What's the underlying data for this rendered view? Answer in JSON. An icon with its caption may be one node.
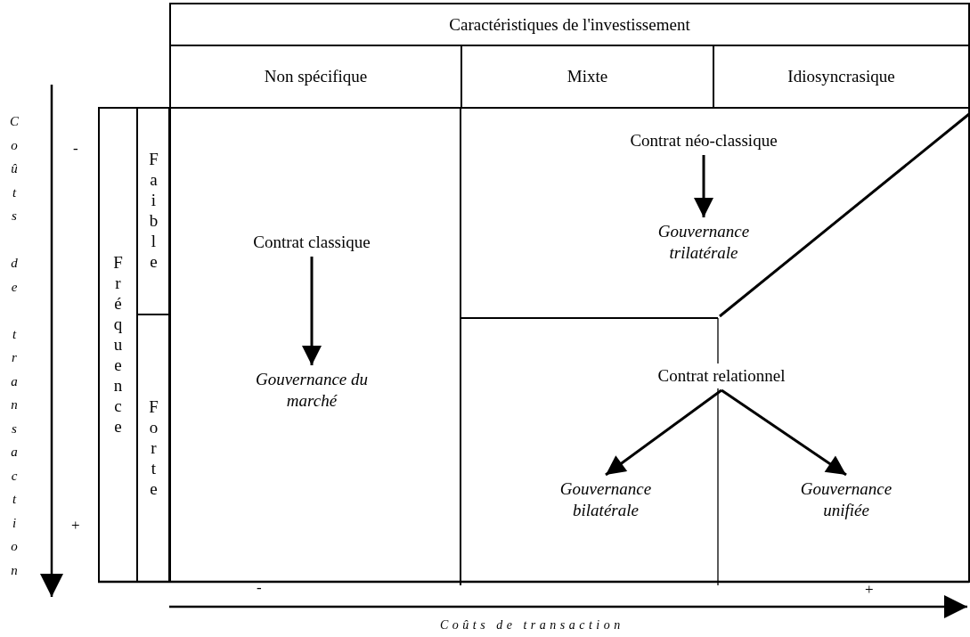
{
  "diagram": {
    "nodes": [
      {
        "text": [
          "Caractéristiques de l'investissement"
        ]
      },
      {
        "text": [
          "Non spécifique"
        ]
      },
      {
        "text": [
          "Mixte"
        ]
      },
      {
        "text": [
          "Idiosyncrasique"
        ]
      },
      {
        "text": [
          "Fréquence"
        ]
      },
      {
        "text": [
          "Faible"
        ]
      },
      {
        "text": [
          "Forte"
        ]
      },
      {
        "text": [
          "Contrat classique"
        ]
      },
      {
        "text": [
          "Gouvernance du marché"
        ]
      },
      {
        "text": [
          "Contrat néo-classique"
        ]
      },
      {
        "text": [
          "Gouvernance trilatérale"
        ]
      },
      {
        "text": [
          "Contrat relationnel"
        ]
      },
      {
        "text": [
          "Gouvernance bilatérale"
        ]
      },
      {
        "text": [
          "Gouvernance unifiée"
        ]
      }
    ],
    "edges": [
      {
        "from": 7,
        "to": 8,
        "arrow": "to"
      },
      {
        "from": 9,
        "to": 10,
        "arrow": "to"
      },
      {
        "from": 11,
        "to": 12,
        "arrow": "to"
      },
      {
        "from": 11,
        "to": 13,
        "arrow": "to"
      }
    ],
    "labels": [
      "Coûts de transaction",
      "-",
      "+",
      "-",
      "+",
      "Coûts de transaction"
    ]
  }
}
